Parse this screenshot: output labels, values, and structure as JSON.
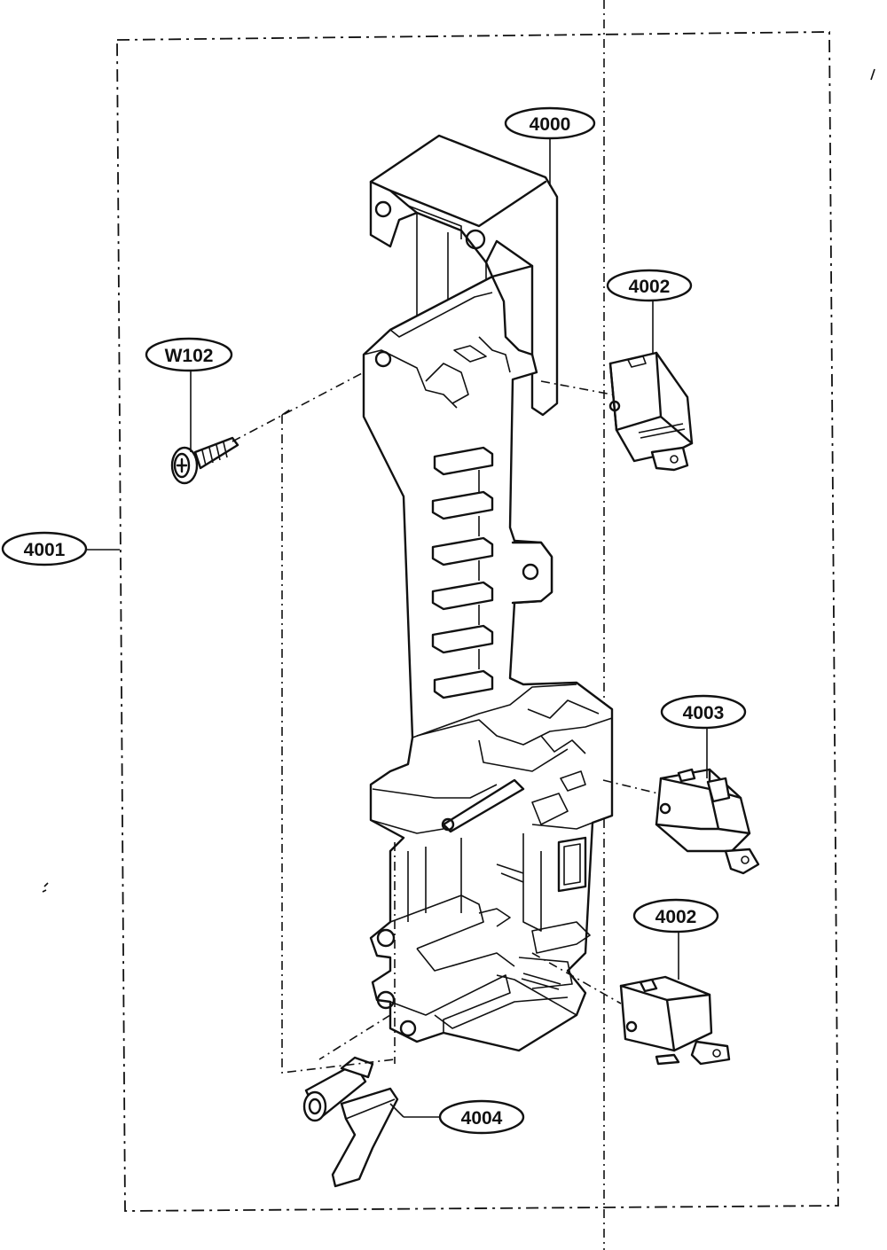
{
  "parts": {
    "p4000": "4000",
    "p4001": "4001",
    "p4002_top": "4002",
    "p4002_bottom": "4002",
    "p4003": "4003",
    "p4004": "4004",
    "pW102": "W102"
  }
}
